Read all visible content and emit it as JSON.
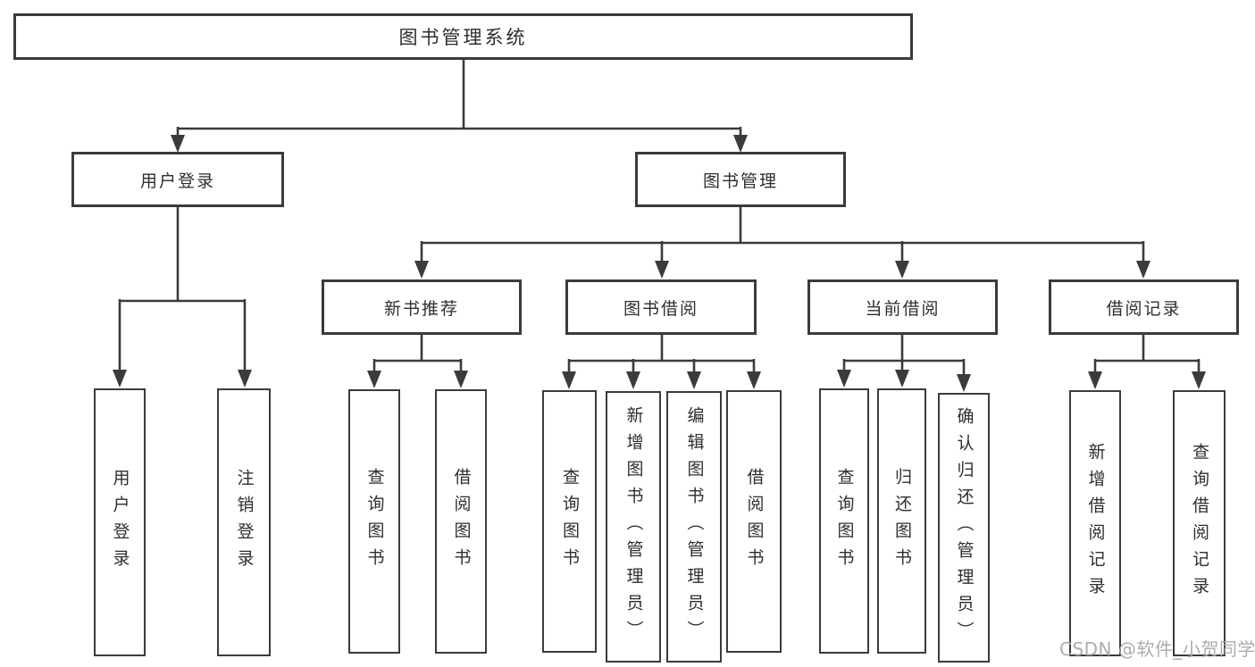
{
  "diagram_type": "functional-structure-tree",
  "colors": {
    "line": "#3b3b3b",
    "box_border": "#3b3b3b",
    "box_fill": "#ffffff",
    "text": "#2e2e2e",
    "watermark": "#a9acb0"
  },
  "tree": {
    "label": "图书管理系统",
    "children": [
      {
        "label": "用户登录",
        "children": [
          {
            "label": "用户登录"
          },
          {
            "label": "注销登录"
          }
        ]
      },
      {
        "label": "图书管理",
        "children": [
          {
            "label": "新书推荐",
            "children": [
              {
                "label": "查询图书"
              },
              {
                "label": "借阅图书"
              }
            ]
          },
          {
            "label": "图书借阅",
            "children": [
              {
                "label": "查询图书"
              },
              {
                "label": "新增图书（管理员）"
              },
              {
                "label": "编辑图书（管理员）"
              },
              {
                "label": "借阅图书"
              }
            ]
          },
          {
            "label": "当前借阅",
            "children": [
              {
                "label": "查询图书"
              },
              {
                "label": "归还图书"
              },
              {
                "label": "确认归还（管理员）"
              }
            ]
          },
          {
            "label": "借阅记录",
            "children": [
              {
                "label": "新增借阅记录"
              },
              {
                "label": "查询借阅记录"
              }
            ]
          }
        ]
      }
    ]
  },
  "watermark": {
    "text": "CSDN @软件_小贺同学"
  }
}
